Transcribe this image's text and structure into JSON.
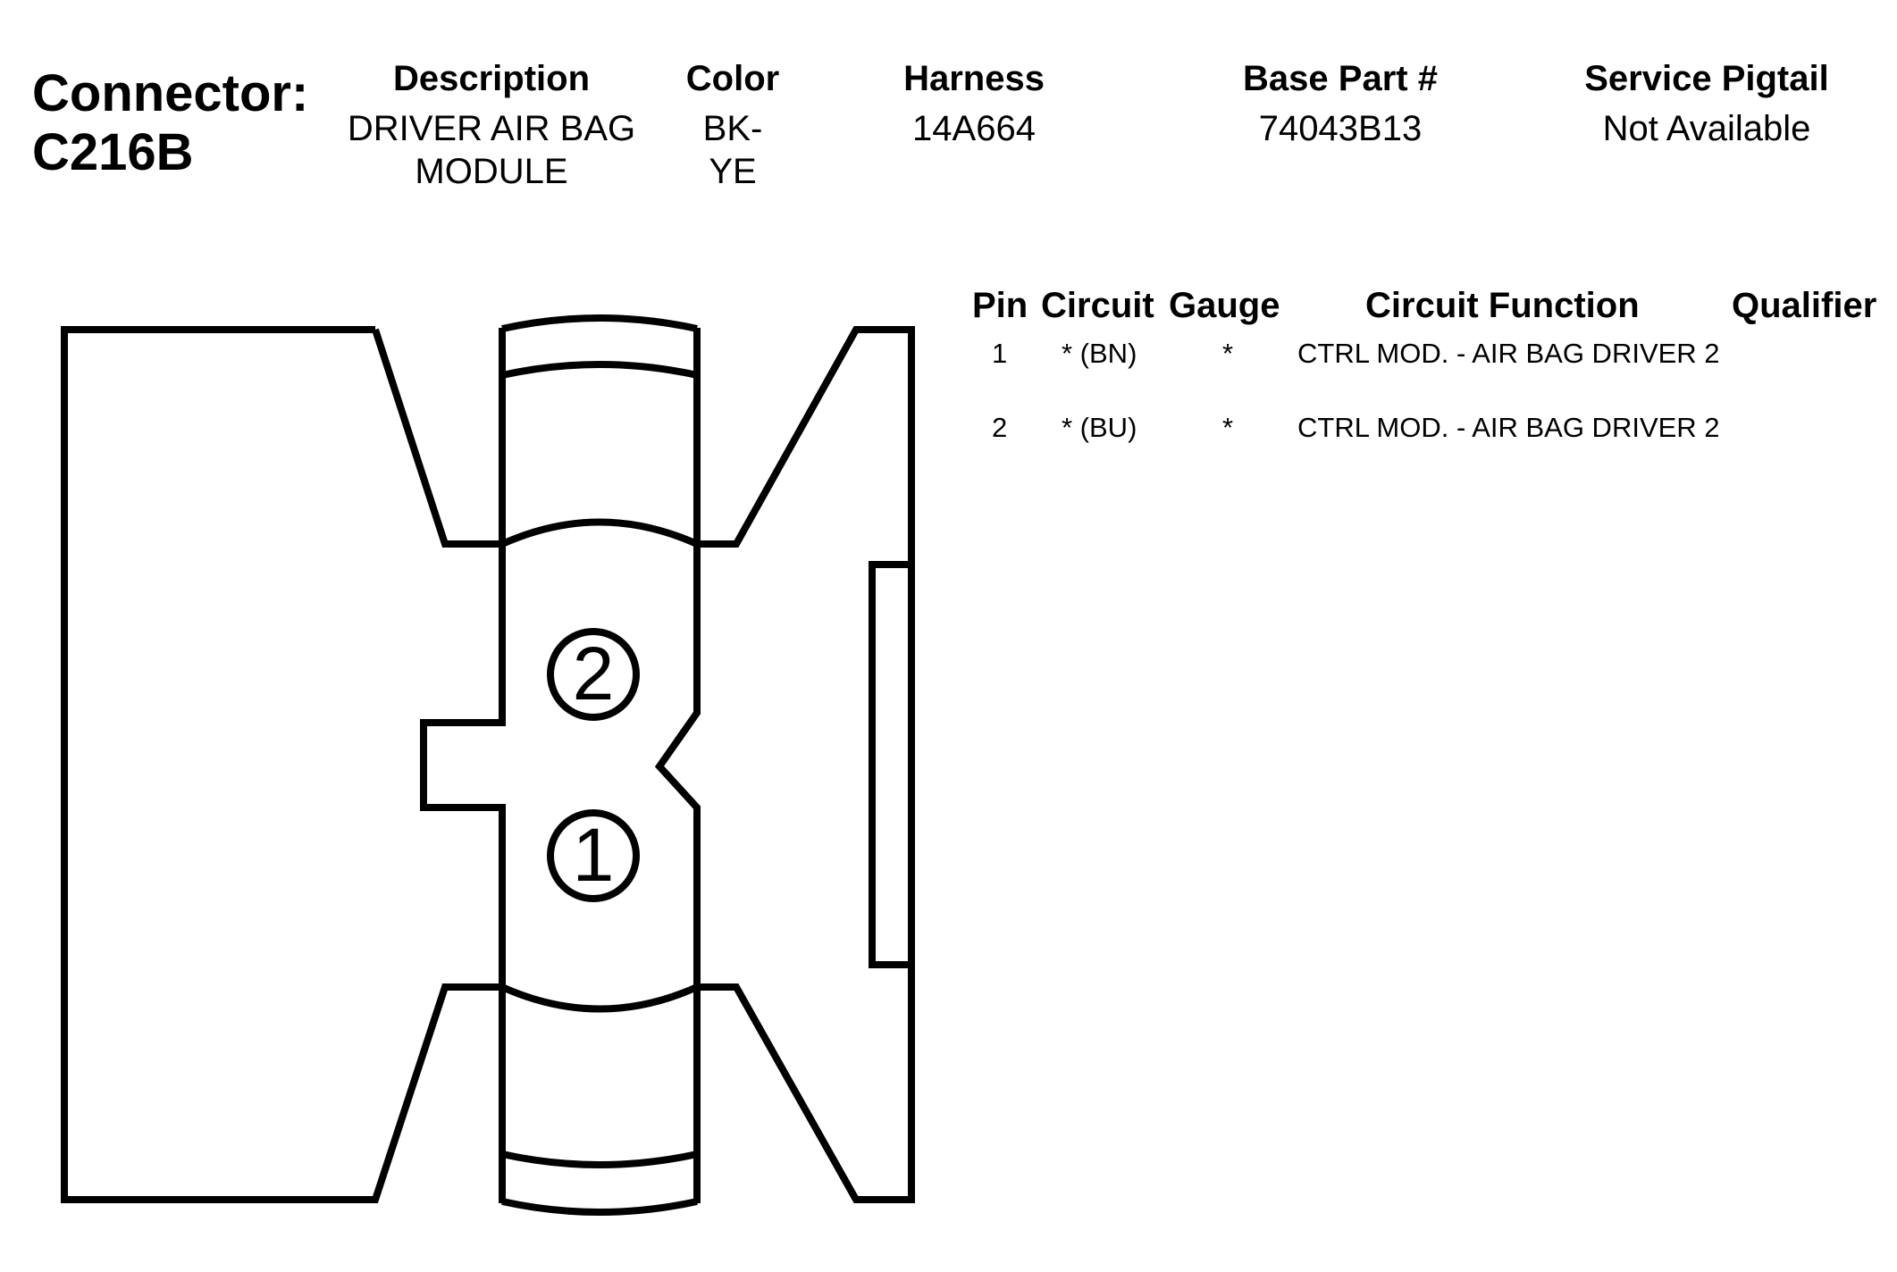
{
  "connector": {
    "label": "Connector:",
    "id": "C216B"
  },
  "header": {
    "description": {
      "label": "Description",
      "value": "DRIVER AIR BAG MODULE"
    },
    "color": {
      "label": "Color",
      "value": "BK-YE"
    },
    "harness": {
      "label": "Harness",
      "value": "14A664"
    },
    "base_part": {
      "label": "Base Part #",
      "value": "74043B13"
    },
    "service_pigtail": {
      "label": "Service Pigtail",
      "value": "Not Available"
    }
  },
  "pin_table": {
    "columns": [
      "Pin",
      "Circuit",
      "Gauge",
      "Circuit Function",
      "Qualifier"
    ],
    "rows": [
      {
        "pin": "1",
        "circuit": "* (BN)",
        "gauge": "*",
        "function": "CTRL MOD. - AIR BAG DRIVER 2",
        "qualifier": ""
      },
      {
        "pin": "2",
        "circuit": "* (BU)",
        "gauge": "*",
        "function": "CTRL MOD. - AIR BAG DRIVER 2",
        "qualifier": ""
      }
    ]
  },
  "diagram": {
    "pin_labels": [
      "2",
      "1"
    ]
  }
}
